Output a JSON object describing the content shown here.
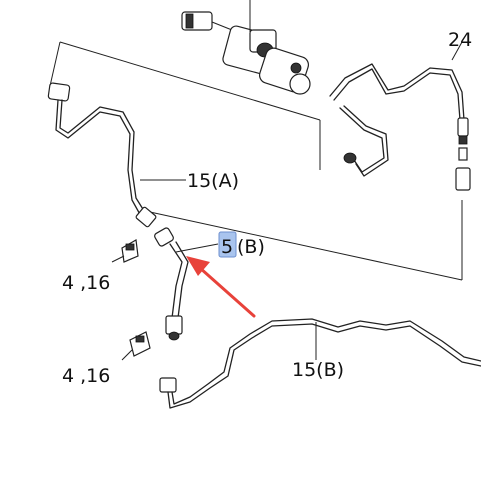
{
  "labels": {
    "part_24": "24",
    "part_15a": "15(A)",
    "part_5b_num": "5",
    "part_5b_suffix": "(B)",
    "part_4_16_upper": "4 ,16",
    "part_4_16_lower": "4 ,16",
    "part_15b": "15(B)"
  },
  "colors": {
    "arrow": "#e8423a",
    "highlight_fill": "#a9c4ee",
    "highlight_stroke": "#6d8fcf"
  }
}
